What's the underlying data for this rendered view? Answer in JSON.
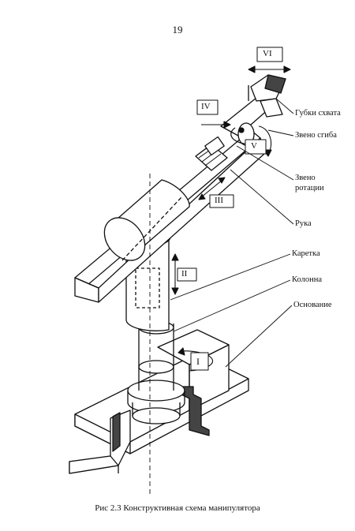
{
  "page_number": "19",
  "caption": "Рис 2.3 Конструктивная схема манипулятора",
  "roman_labels": {
    "i": "I",
    "ii": "II",
    "iii": "III",
    "iv": "IV",
    "v": "V",
    "vi": "VI"
  },
  "part_labels": {
    "gripper_jaws": "Губки схвата",
    "bend_link": "Звено сгиба",
    "rotation_link": "Звено ротации",
    "arm": "Рука",
    "carriage": "Каретка",
    "column": "Колонна",
    "base": "Основание"
  },
  "rotation_link_line1": "Звено",
  "rotation_link_line2": "ротации"
}
